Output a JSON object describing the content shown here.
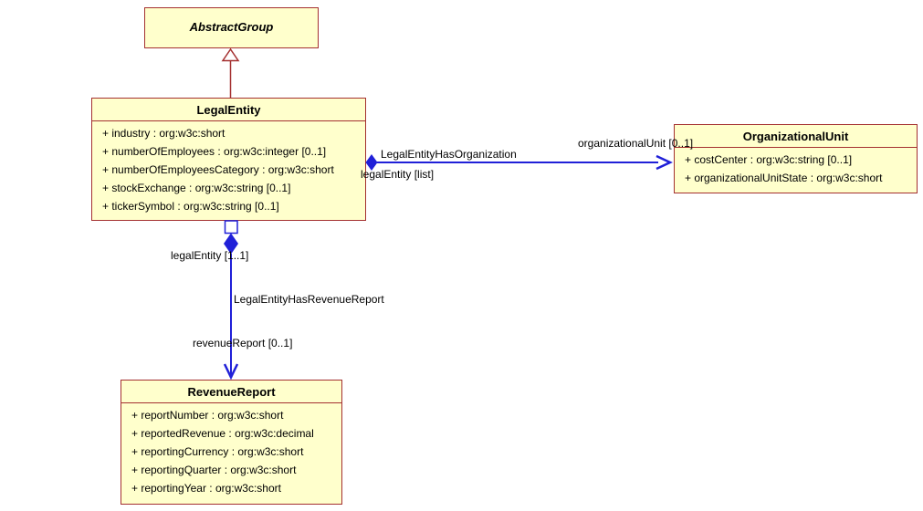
{
  "diagram": {
    "colors": {
      "class_fill": "#FFFFCC",
      "class_border": "#A43030",
      "relation_line": "#2020D8",
      "generalization_line": "#A43030",
      "text": "#000000"
    },
    "markers": {
      "generalization": "hollow-triangle-icon",
      "composition": "solid-diamond-icon",
      "navigability": "open-arrowhead-icon",
      "port": "hollow-square-icon"
    },
    "classes": [
      {
        "name": "AbstractGroup",
        "abstract": true,
        "attributes": []
      },
      {
        "name": "LegalEntity",
        "abstract": false,
        "attributes": [
          "+ industry : org:w3c:short",
          "+ numberOfEmployees : org:w3c:integer [0..1]",
          "+ numberOfEmployeesCategory : org:w3c:short",
          "+ stockExchange : org:w3c:string [0..1]",
          "+ tickerSymbol : org:w3c:string [0..1]"
        ]
      },
      {
        "name": "OrganizationalUnit",
        "abstract": false,
        "attributes": [
          "+ costCenter : org:w3c:string [0..1]",
          "+ organizationalUnitState : org:w3c:short"
        ]
      },
      {
        "name": "RevenueReport",
        "abstract": false,
        "attributes": [
          "+ reportNumber : org:w3c:short",
          "+ reportedRevenue : org:w3c:decimal",
          "+ reportingCurrency : org:w3c:short",
          "+ reportingQuarter : org:w3c:short",
          "+ reportingYear : org:w3c:short"
        ]
      }
    ],
    "relations": [
      {
        "name": "LegalEntityHasOrganization",
        "source_label": "legalEntity [list]",
        "target_label": "organizationalUnit [0..1]"
      },
      {
        "name": "LegalEntityHasRevenueReport",
        "source_label": "legalEntity [1..1]",
        "target_label": "revenueReport [0..1]"
      },
      {
        "name": "Generalization: LegalEntity -> AbstractGroup"
      }
    ]
  }
}
